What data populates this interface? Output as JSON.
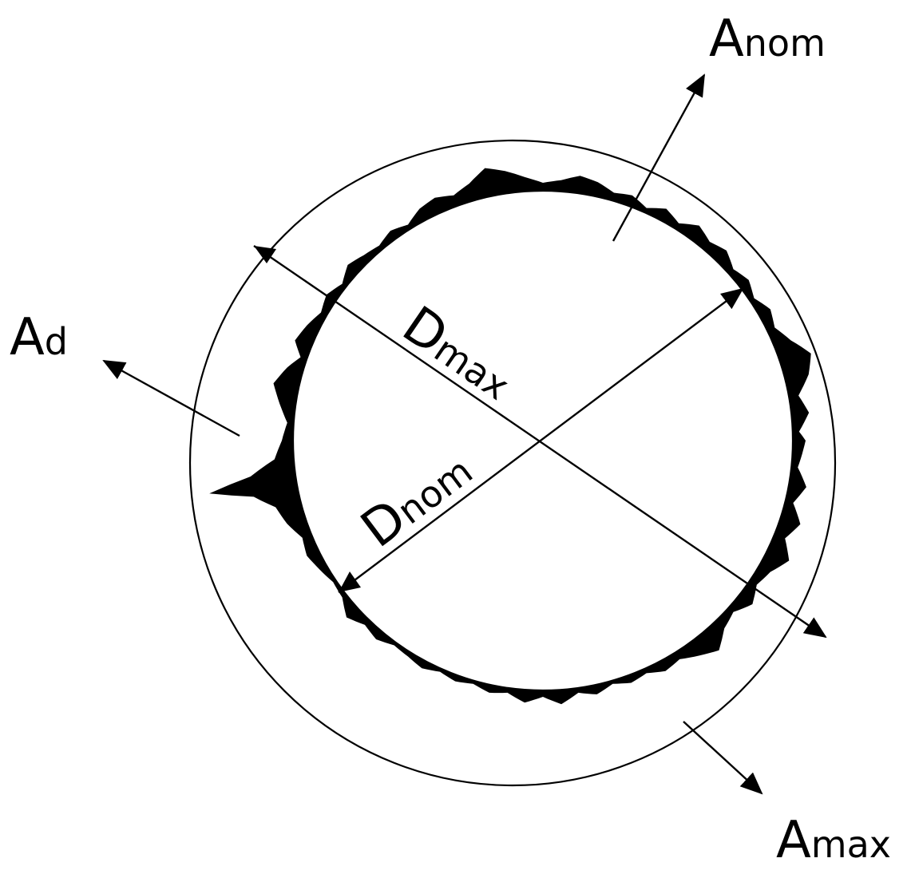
{
  "diagram": {
    "labels": {
      "a_nom": {
        "main": "A",
        "sub": "nom"
      },
      "a_d": {
        "main": "A",
        "sub": "d"
      },
      "a_max": {
        "main": "A",
        "sub": "max"
      },
      "d_max": {
        "main": "D",
        "sub": "max"
      },
      "d_nom": {
        "main": "D",
        "sub": "nom"
      }
    },
    "colors": {
      "stroke": "#000000",
      "fill": "#000000",
      "background": "#ffffff"
    }
  }
}
